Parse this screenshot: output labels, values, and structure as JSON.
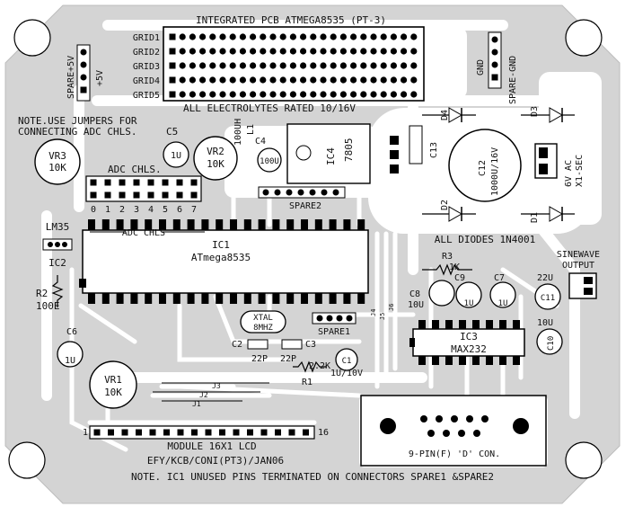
{
  "title": "INTEGRATED PCB ATMEGA8535 (PT-3)",
  "notes": {
    "electrolytes": "ALL ELECTROLYTES RATED 10/16V",
    "jumpers_line1": "NOTE.USE JUMPERS FOR",
    "jumpers_line2": "CONNECTING ADC CHLS.",
    "diodes": "ALL DIODES 1N4001",
    "footer_credit": "EFY/KCB/CONI(PT3)/JAN06",
    "footer_note": "NOTE. IC1 UNUSED PINS TERMINATED ON CONNECTORS SPARE1 &SPARE2"
  },
  "grid_labels": [
    "GRID1",
    "GRID2",
    "GRID3",
    "GRID4",
    "GRID5"
  ],
  "spare_5v": {
    "label": "SPARE+5V",
    "sub": "+5V"
  },
  "spare_gnd": {
    "label": "SPARE-GND",
    "sub": "GND"
  },
  "adc": {
    "header_label": "ADC CHLS.",
    "bus_label": "ADC CHLS",
    "pin_numbers": [
      "0",
      "1",
      "2",
      "3",
      "4",
      "5",
      "6",
      "7"
    ]
  },
  "components": {
    "ic1": {
      "name": "IC1",
      "part": "ATmega8535"
    },
    "ic2": {
      "name": "IC2",
      "part": "LM35"
    },
    "ic3": {
      "name": "IC3",
      "part": "MAX232"
    },
    "ic4": {
      "name": "IC4",
      "part": "7805"
    },
    "vr1": {
      "name": "VR1",
      "value": "10K"
    },
    "vr2": {
      "name": "VR2",
      "value": "10K"
    },
    "vr3": {
      "name": "VR3",
      "value": "10K"
    },
    "c1": {
      "name": "C1",
      "value": "1U/10V"
    },
    "c2": {
      "name": "C2",
      "value": "22P"
    },
    "c3": {
      "name": "C3",
      "value": "22P"
    },
    "c4": {
      "name": "C4",
      "value": "100U"
    },
    "c5": {
      "name": "C5",
      "value": "1U"
    },
    "c6": {
      "name": "C6",
      "value": "1U"
    },
    "c7": {
      "name": "C7",
      "value": "1U"
    },
    "c8": {
      "name": "C8",
      "value": "10U"
    },
    "c9": {
      "name": "C9",
      "value": "1U"
    },
    "c10": {
      "name": "C10",
      "value": "10U"
    },
    "c11": {
      "name": "C11",
      "value": "22U"
    },
    "c12": {
      "name": "C12",
      "value": "1000U/16V"
    },
    "c13": {
      "name": "C13"
    },
    "r1": {
      "name": "R1",
      "value": "2.2K"
    },
    "r2": {
      "name": "R2",
      "value": "100E"
    },
    "r3": {
      "name": "R3",
      "value": "1K"
    },
    "l1": {
      "name": "L1",
      "value": "100UH"
    },
    "xtal": {
      "name": "XTAL",
      "value": "8MHZ"
    },
    "diodes": [
      "D1",
      "D2",
      "D3",
      "D4"
    ],
    "jumpers": [
      "J1",
      "J2",
      "J3",
      "J4",
      "J5",
      "J6"
    ],
    "spare1": "SPARE1",
    "spare2": "SPARE2",
    "x1": {
      "line1": "6V AC",
      "line2": "X1-SEC"
    },
    "sinewave": {
      "line1": "SINEWAVE",
      "line2": "OUTPUT"
    },
    "lcd": {
      "label": "MODULE 16X1 LCD",
      "pin_first": "1",
      "pin_last": "16"
    },
    "dsub": {
      "label": "9-PIN(F) 'D' CON."
    }
  }
}
